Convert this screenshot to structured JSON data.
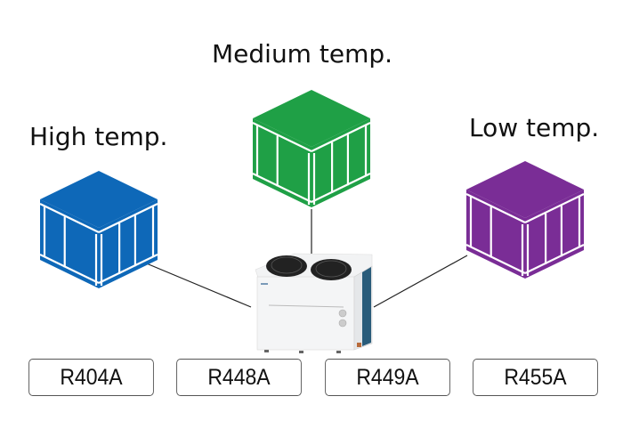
{
  "labels": {
    "high": "High temp.",
    "medium": "Medium temp.",
    "low": "Low temp."
  },
  "cold_rooms": [
    {
      "name": "high-temp-cold-room",
      "color": "#0e68b8"
    },
    {
      "name": "medium-temp-cold-room",
      "color": "#1fa046"
    },
    {
      "name": "low-temp-cold-room",
      "color": "#7a2d96"
    }
  ],
  "condensing_unit": {
    "name": "condensing-unit",
    "fans": 2
  },
  "refrigerants": [
    "R404A",
    "R448A",
    "R449A",
    "R455A"
  ]
}
